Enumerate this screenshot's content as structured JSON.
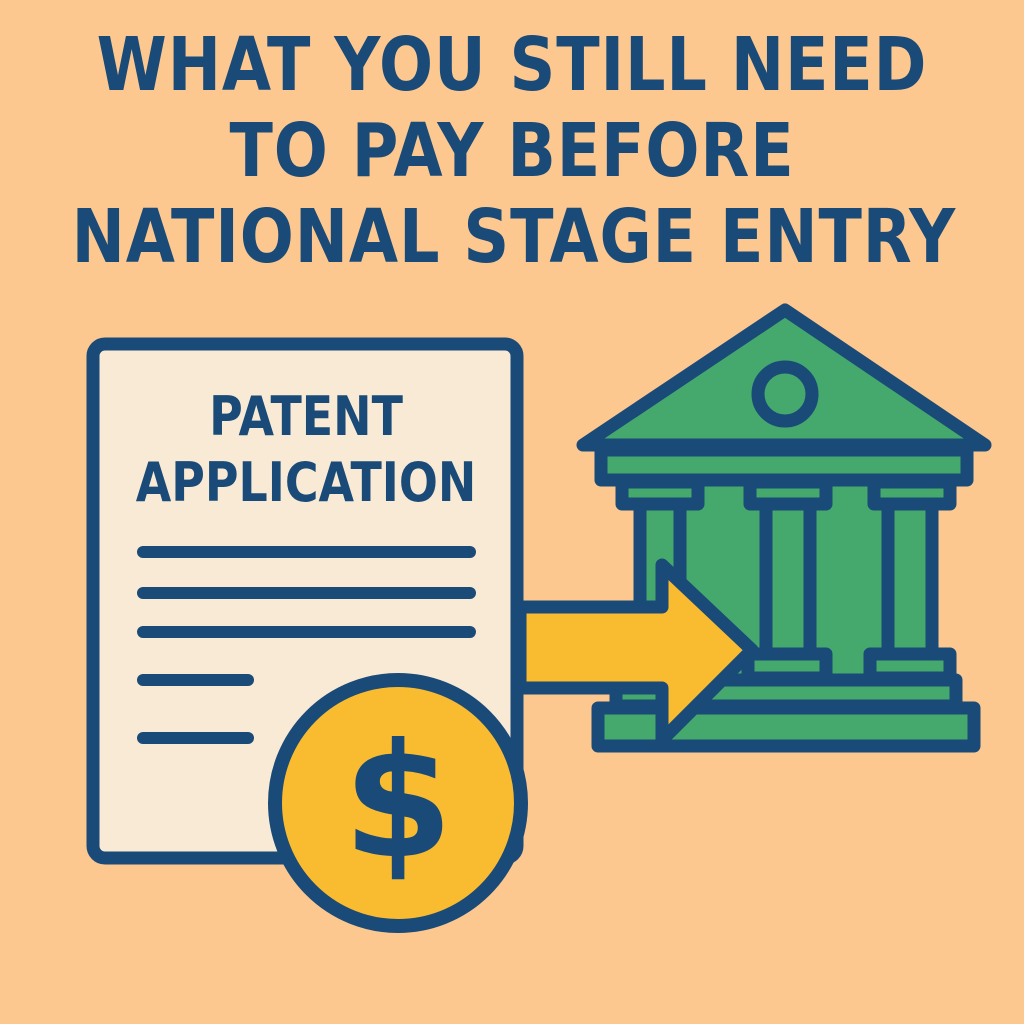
{
  "title": {
    "lines": [
      "WHAT YOU STILL NEED",
      "TO PAY BEFORE",
      "NATIONAL STAGE ENTRY"
    ]
  },
  "document": {
    "label_lines": [
      "PATENT",
      "APPLICATION"
    ]
  },
  "coin": {
    "symbol": "$"
  },
  "colors": {
    "background": "#fcc88f",
    "navy": "#1a4a78",
    "paper": "#f8ead5",
    "gold": "#f9bb2f",
    "green": "#45a86c"
  }
}
